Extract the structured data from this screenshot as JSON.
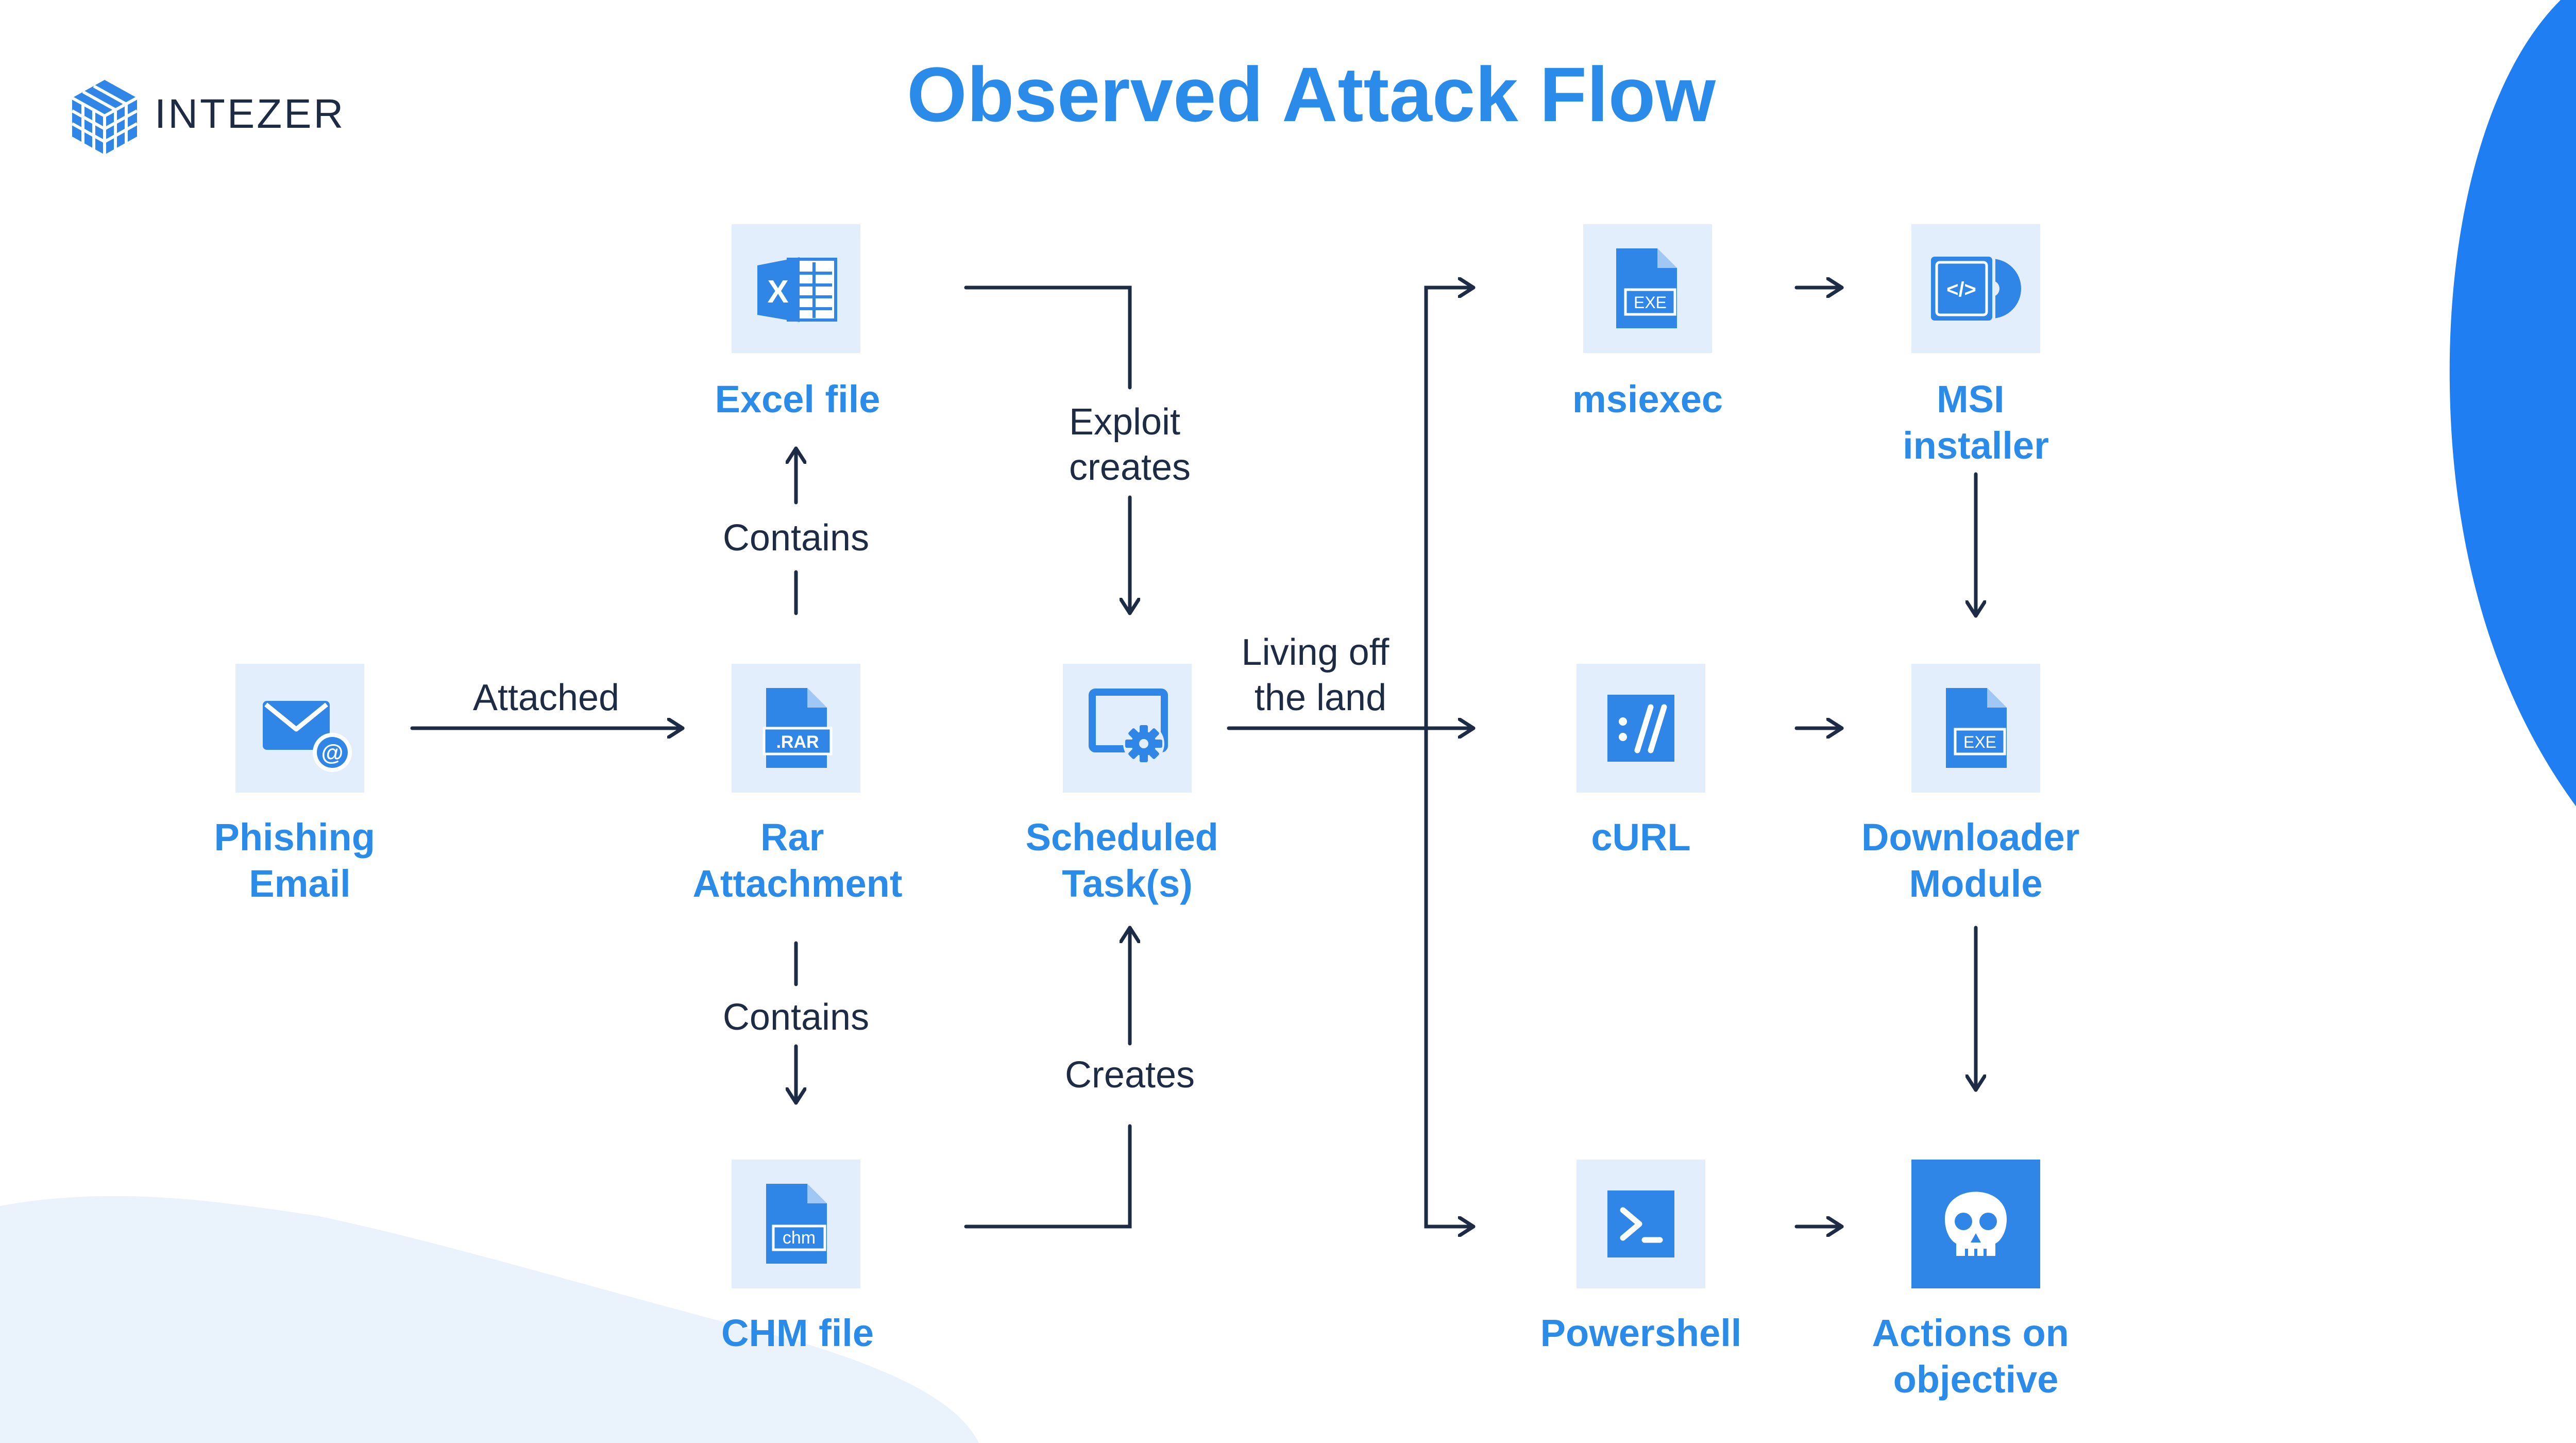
{
  "brand": {
    "name": "INTEZER"
  },
  "title": "Observed Attack Flow",
  "colors": {
    "accent": "#2b8be8",
    "icon_tile_bg": "#e3eefc",
    "icon_blue": "#2f86e6",
    "line": "#1d2b44",
    "blob_blue": "#1e7ef2",
    "blob_light": "#eaf2fb",
    "objective_tile": "#2f86e6"
  },
  "nodes": {
    "phishing": {
      "label": [
        "Phishing",
        "Email"
      ],
      "icon": "email-at-icon"
    },
    "rar": {
      "label": [
        "Rar",
        "Attachment"
      ],
      "icon": "rar-file-icon",
      "badge": ".RAR"
    },
    "excel": {
      "label": [
        "Excel file"
      ],
      "icon": "excel-icon"
    },
    "chm": {
      "label": [
        "CHM file"
      ],
      "icon": "chm-file-icon",
      "badge": "chm"
    },
    "scheduled": {
      "label": [
        "Scheduled",
        "Task(s)"
      ],
      "icon": "scheduled-task-icon"
    },
    "msiexec": {
      "label": [
        "msiexec"
      ],
      "icon": "exe-file-icon",
      "badge": "EXE"
    },
    "msi": {
      "label": [
        "MSI",
        "installer"
      ],
      "icon": "msi-installer-icon"
    },
    "curl": {
      "label": [
        "cURL"
      ],
      "icon": "curl-icon"
    },
    "downloader": {
      "label": [
        "Downloader",
        "Module"
      ],
      "icon": "exe-file-icon",
      "badge": "EXE"
    },
    "powershell": {
      "label": [
        "Powershell"
      ],
      "icon": "powershell-icon"
    },
    "objective": {
      "label": [
        "Actions on",
        "objective"
      ],
      "icon": "skull-icon"
    }
  },
  "edges": {
    "attached": [
      "Attached"
    ],
    "contains_up": [
      "Contains"
    ],
    "contains_down": [
      "Contains"
    ],
    "exploit": [
      "Exploit",
      "creates"
    ],
    "creates": [
      "Creates"
    ],
    "lotl": [
      "Living off",
      "the land"
    ]
  }
}
